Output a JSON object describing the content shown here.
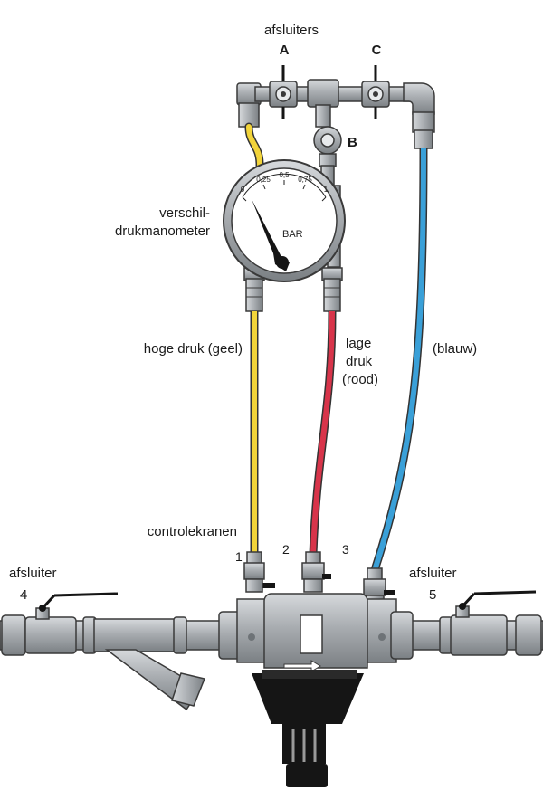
{
  "labels": {
    "afsluiters": "afsluiters",
    "valve_a": "A",
    "valve_b": "B",
    "valve_c": "C",
    "manometer_line1": "verschil-",
    "manometer_line2": "drukmanometer",
    "gauge_unit": "BAR",
    "gauge_scale": [
      "0",
      "0,25",
      "0,5",
      "0,75",
      "1"
    ],
    "high_pressure": "hoge druk (geel)",
    "low_pressure_1": "lage",
    "low_pressure_2": "druk",
    "low_pressure_3": "(rood)",
    "blue": "(blauw)",
    "controlekranen": "controlekranen",
    "tap_1": "1",
    "tap_2": "2",
    "tap_3": "3",
    "afsluiter_left": "afsluiter",
    "afsluiter_left_num": "4",
    "afsluiter_right": "afsluiter",
    "afsluiter_right_num": "5"
  },
  "colors": {
    "hose_yellow": "#f2d43a",
    "hose_red": "#d8344a",
    "hose_blue": "#3aa0d8",
    "metal": "#a9adb1",
    "metal_dark": "#6e7377",
    "outline": "#3a3a3a",
    "black": "#151515"
  }
}
